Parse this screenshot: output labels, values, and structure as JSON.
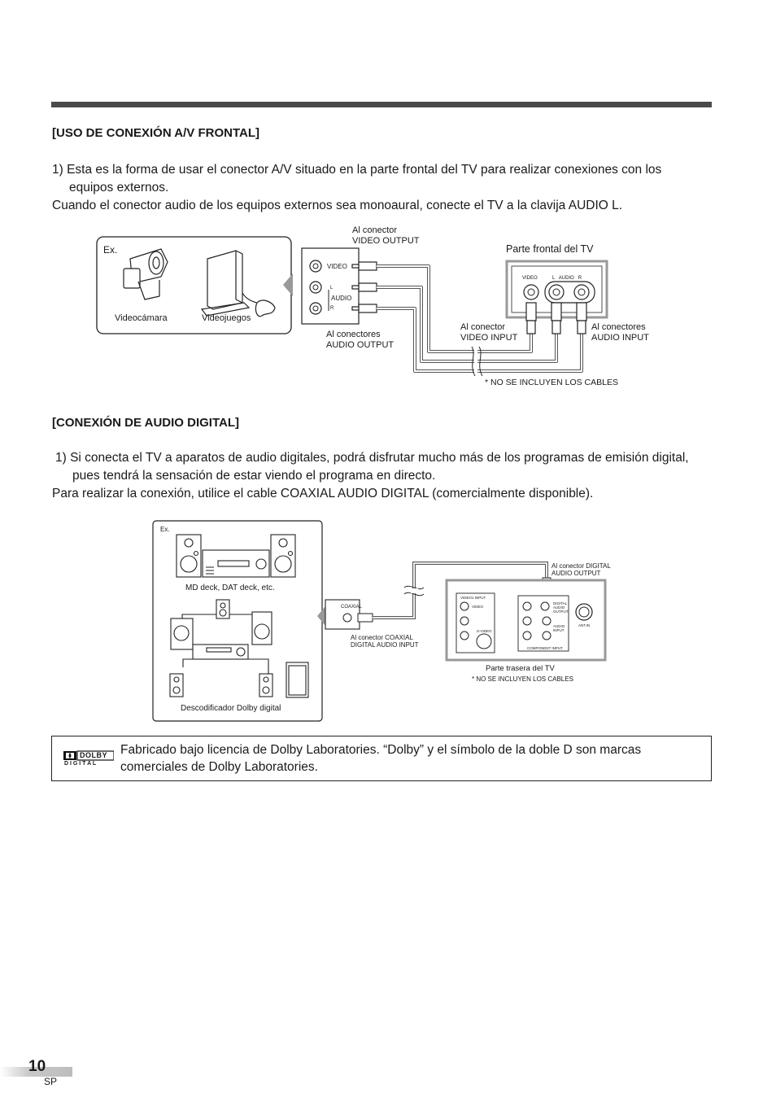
{
  "section1": {
    "heading": "[USO DE CONEXIÓN A/V FRONTAL]",
    "item1": "1) Esta es la forma de usar el conector A/V situado en la parte frontal del TV para realizar conexiones con los equipos externos.",
    "note": "Cuando el conector audio de los equipos externos sea monoaural, conecte el TV a la clavija AUDIO L."
  },
  "diagram1": {
    "ex": "Ex.",
    "camcorder": "Videocámara",
    "games": "Videojuegos",
    "video_output": [
      "Al conector",
      "VIDEO OUTPUT"
    ],
    "audio_output": [
      "Al conectores",
      "AUDIO OUTPUT"
    ],
    "video_jack": "VIDEO",
    "audio_jack": "AUDIO",
    "l": "L",
    "r": "R",
    "tv_front": "Parte frontal del TV",
    "tv_video": "VIDEO",
    "tv_l_audio_r": "L   AUDIO   R",
    "video_input": [
      "Al conector",
      "VIDEO INPUT"
    ],
    "audio_input": [
      "Al conectores",
      "AUDIO INPUT"
    ],
    "no_cables": "* NO SE INCLUYEN LOS CABLES"
  },
  "section2": {
    "heading": "[CONEXIÓN DE AUDIO DIGITAL]",
    "item1": "1) Si conecta el TV a aparatos de audio digitales, podrá disfrutar mucho más de los programas de emisión digital, pues tendrá la sensación de estar viendo el programa en directo.",
    "note": "Para realizar la conexión, utilice el cable COAXIAL AUDIO DIGITAL (comercialmente disponible)."
  },
  "diagram2": {
    "ex": "Ex.",
    "md_deck": "MD deck, DAT deck, etc.",
    "decoder": "Descodificador Dolby digital",
    "coaxial": "COAXIAL",
    "coax_input": [
      "Al conector COAXIAL",
      "DIGITAL AUDIO INPUT"
    ],
    "digital_output": [
      "Al conector DIGITAL",
      "AUDIO OUTPUT"
    ],
    "tv_rear": "Parte trasera del TV",
    "no_cables": "* NO SE INCLUYEN LOS CABLES",
    "video1_input": "VIDEO1 INPUT",
    "video": "VIDEO",
    "svideo": "S-VIDEO",
    "digital_audio_output": "DIGITAL AUDIO OUTPUT",
    "audio_input": "AUDIO INPUT",
    "component_input": "COMPONENT INPUT",
    "ant_in": "ANT.IN"
  },
  "dolby": {
    "text": "Fabricado bajo licencia de Dolby Laboratories. “Dolby” y el símbolo de la doble D son marcas comerciales de Dolby Laboratories.",
    "logo_top": "DOLBY",
    "logo_bottom": "D I G I T A L"
  },
  "page": {
    "number": "10",
    "lang": "SP"
  }
}
